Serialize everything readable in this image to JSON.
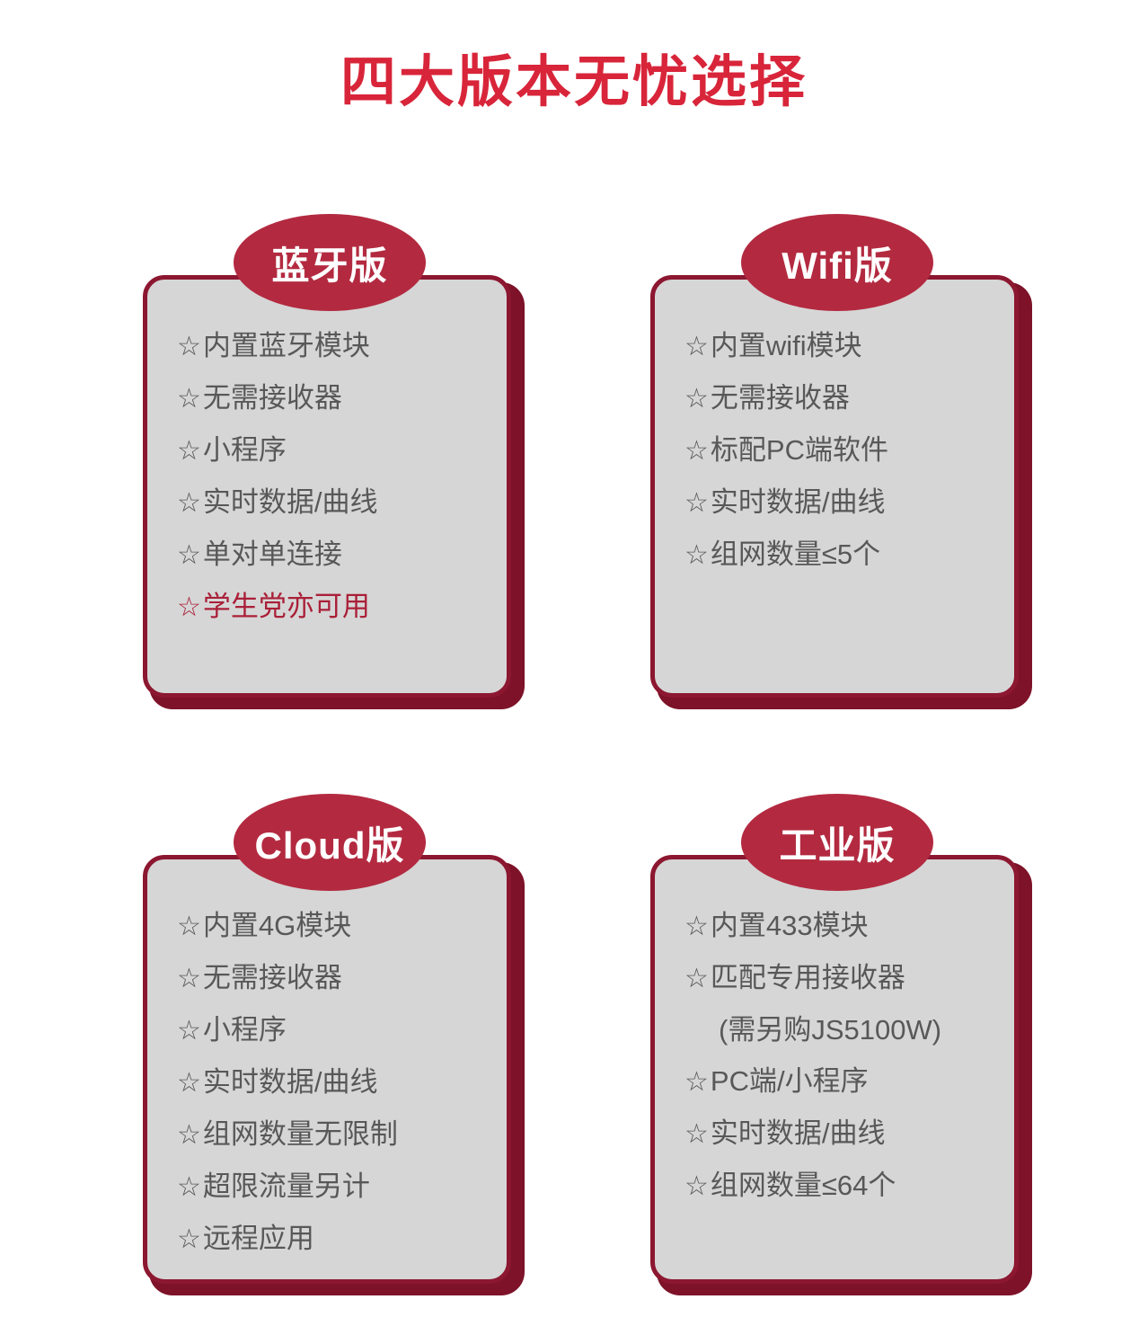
{
  "colors": {
    "title_red": "#d8253a",
    "badge_red": "#b32a40",
    "card_border_red": "#8c1730",
    "card_shadow_red": "#7d1228",
    "card_background": "#d6d6d6",
    "text_gray": "#585858",
    "accent_red": "#aa1f38"
  },
  "header": {
    "title": "四大版本无忧选择"
  },
  "star_glyph": "☆",
  "cards": [
    {
      "id": "bluetooth",
      "badge": "蓝牙版",
      "items": [
        {
          "text": "内置蓝牙模块",
          "accent": false,
          "sub": false
        },
        {
          "text": "无需接收器",
          "accent": false,
          "sub": false
        },
        {
          "text": "小程序",
          "accent": false,
          "sub": false
        },
        {
          "text": "实时数据/曲线",
          "accent": false,
          "sub": false
        },
        {
          "text": "单对单连接",
          "accent": false,
          "sub": false
        },
        {
          "text": "学生党亦可用",
          "accent": true,
          "sub": false
        }
      ]
    },
    {
      "id": "wifi",
      "badge": "Wifi版",
      "items": [
        {
          "text": "内置wifi模块",
          "accent": false,
          "sub": false
        },
        {
          "text": "无需接收器",
          "accent": false,
          "sub": false
        },
        {
          "text": "标配PC端软件",
          "accent": false,
          "sub": false
        },
        {
          "text": "实时数据/曲线",
          "accent": false,
          "sub": false
        },
        {
          "text": "组网数量≤5个",
          "accent": false,
          "sub": false
        }
      ]
    },
    {
      "id": "cloud",
      "badge": "Cloud版",
      "items": [
        {
          "text": "内置4G模块",
          "accent": false,
          "sub": false
        },
        {
          "text": "无需接收器",
          "accent": false,
          "sub": false
        },
        {
          "text": "小程序",
          "accent": false,
          "sub": false
        },
        {
          "text": "实时数据/曲线",
          "accent": false,
          "sub": false
        },
        {
          "text": "组网数量无限制",
          "accent": false,
          "sub": false
        },
        {
          "text": "超限流量另计",
          "accent": false,
          "sub": false
        },
        {
          "text": "远程应用",
          "accent": false,
          "sub": false
        }
      ]
    },
    {
      "id": "industrial",
      "badge": "工业版",
      "items": [
        {
          "text": "内置433模块",
          "accent": false,
          "sub": false
        },
        {
          "text": "匹配专用接收器",
          "accent": false,
          "sub": false
        },
        {
          "text": "(需另购JS5100W)",
          "accent": false,
          "sub": true
        },
        {
          "text": "PC端/小程序",
          "accent": false,
          "sub": false
        },
        {
          "text": "实时数据/曲线",
          "accent": false,
          "sub": false
        },
        {
          "text": "组网数量≤64个",
          "accent": false,
          "sub": false
        }
      ]
    }
  ]
}
